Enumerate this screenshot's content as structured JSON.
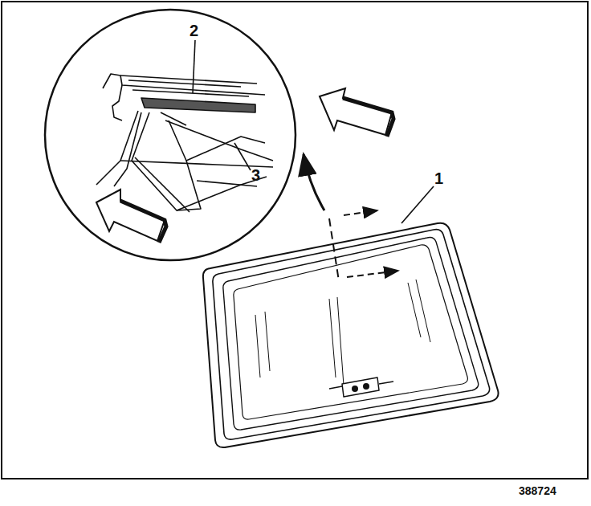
{
  "diagram": {
    "labels": [
      "2",
      "3",
      "1",
      "388724"
    ]
  }
}
